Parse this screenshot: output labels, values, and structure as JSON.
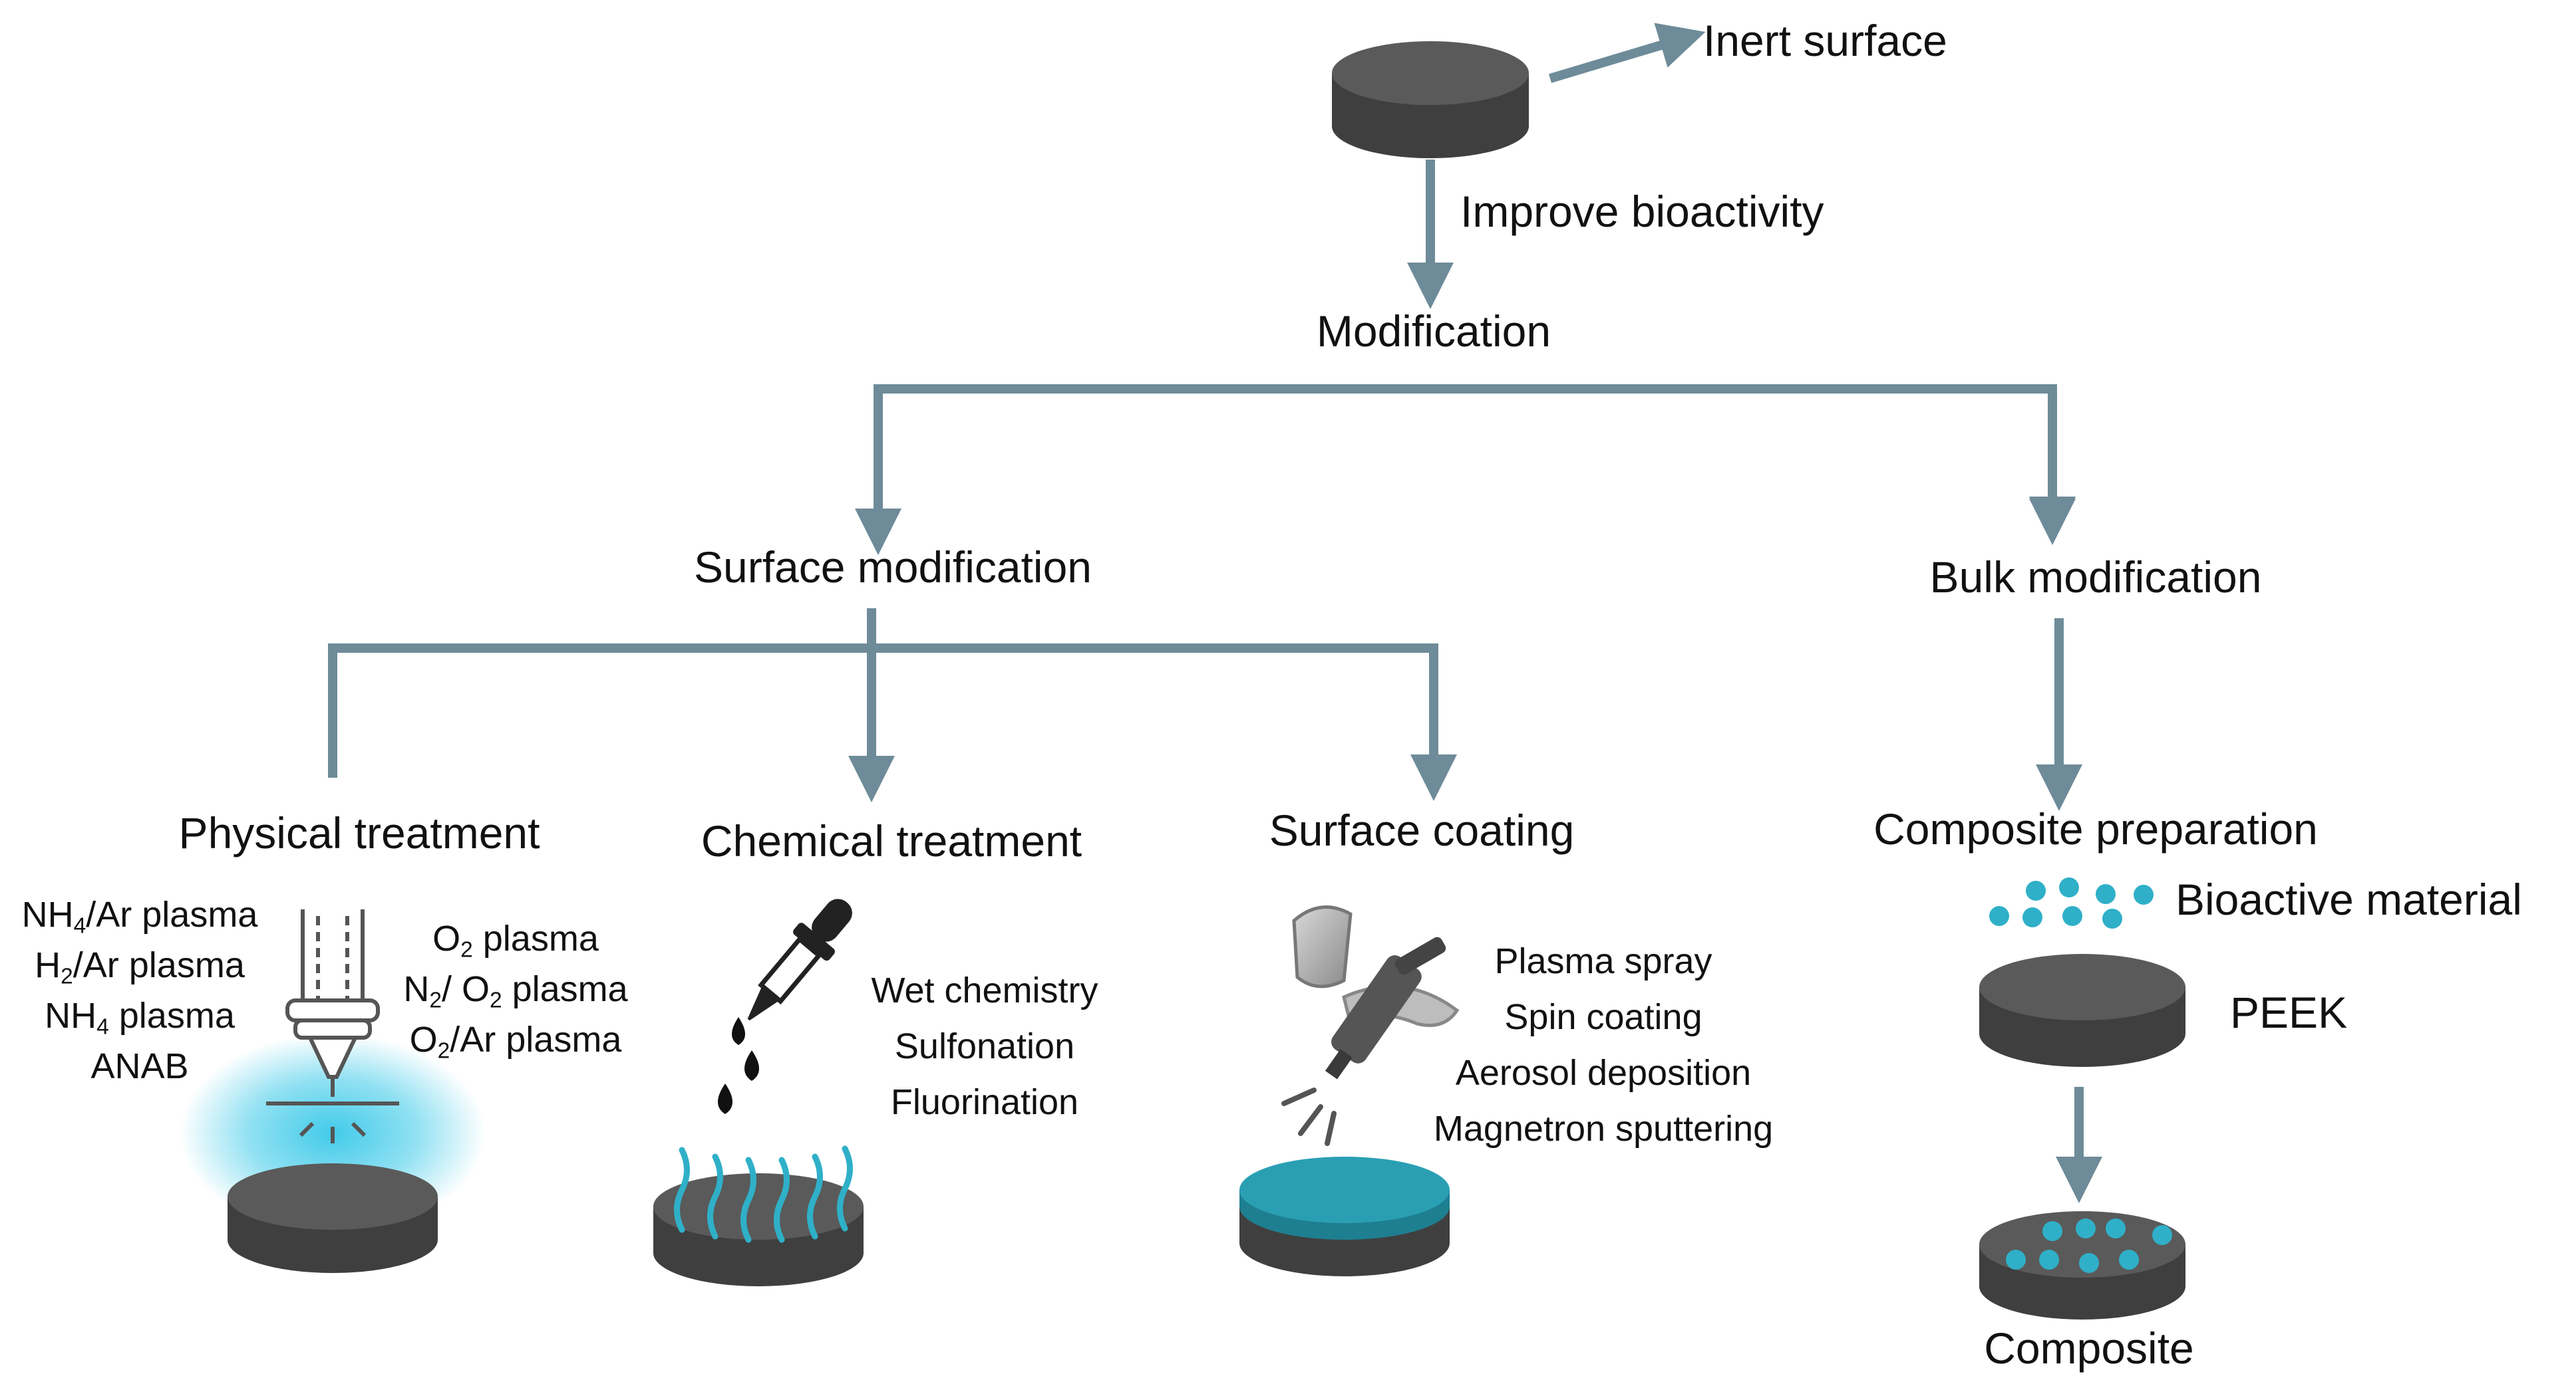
{
  "labels": {
    "inert_surface": "Inert surface",
    "improve_bioactivity": "Improve bioactivity",
    "modification": "Modification",
    "surface_modification": "Surface modification",
    "bulk_modification": "Bulk modification",
    "physical_treatment": "Physical treatment",
    "chemical_treatment": "Chemical treatment",
    "surface_coating": "Surface coating",
    "composite_preparation": "Composite preparation",
    "bioactive_material": "Bioactive material",
    "peek": "PEEK",
    "composite": "Composite"
  },
  "physical_left": {
    "nh4_ar": {
      "a": "NH",
      "sub": "4",
      "b": "/Ar plasma"
    },
    "h2_ar": {
      "a": "H",
      "sub": "2",
      "b": "/Ar plasma"
    },
    "nh4": {
      "a": "NH",
      "sub": "4",
      "b": " plasma"
    },
    "anab": "ANAB"
  },
  "physical_right": {
    "o2": {
      "a": "O",
      "sub": "2",
      "b": " plasma"
    },
    "n2_o2": {
      "a": "N",
      "sub": "2",
      "b": "/ O",
      "sub2": "2",
      "c": " plasma"
    },
    "o2_ar": {
      "a": "O",
      "sub": "2",
      "b": "/Ar plasma"
    }
  },
  "chemical_methods": [
    "Wet chemistry",
    "Sulfonation",
    "Fluorination"
  ],
  "coating_methods": [
    "Plasma spray",
    "Spin coating",
    "Aerosol deposition",
    "Magnetron sputtering"
  ],
  "colors": {
    "arrow": "#6e8b99",
    "disk_top": "#5a5a5a",
    "disk_side": "#3f3f3f",
    "teal": "#2fb0c8",
    "glow": "#38c8e8"
  }
}
